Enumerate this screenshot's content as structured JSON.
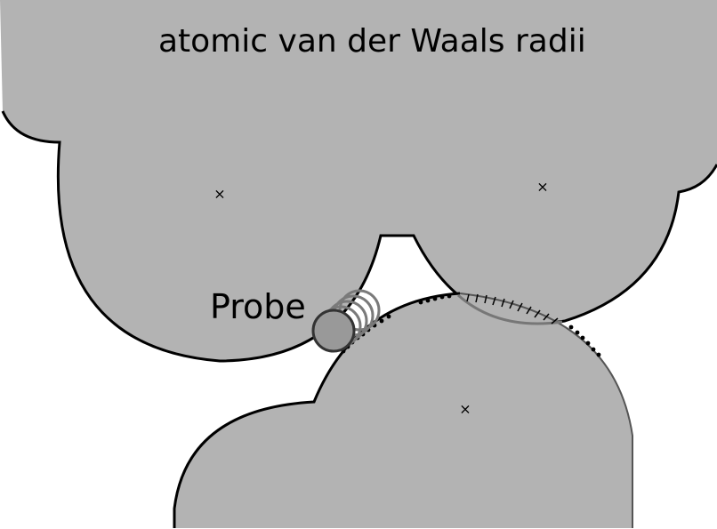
{
  "title": "atomic van der Waals radii",
  "probe_label": "Probe",
  "colors": {
    "atom_fill": "#b3b3b3",
    "outline": "#000000",
    "probe_fill": "#999999",
    "probe_trail": "#7a7a7a",
    "background": "#ffffff"
  },
  "marks": {
    "atom_center_marker": "×",
    "contact_surface_style": "dotted",
    "reentrant_surface_style": "hatched"
  }
}
